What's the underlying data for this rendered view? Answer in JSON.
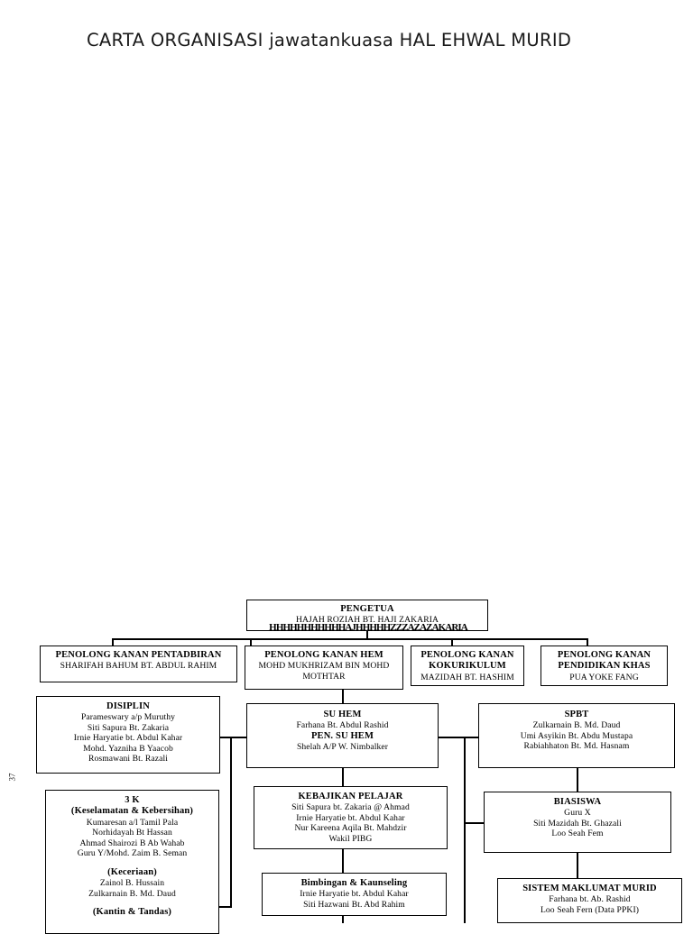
{
  "document": {
    "title": "CARTA ORGANISASI jawatankuasa HAL EHWAL MURID",
    "page_number": "37",
    "artifact_text": "HHHHHHHHHHHAJHHHHHZZZAZAZAKARIA"
  },
  "chart": {
    "type": "org-chart",
    "pengetua": {
      "title": "PENGETUA",
      "name": "HAJAH ROZIAH BT. HAJI ZAKARIA"
    },
    "penolong_kanan": [
      {
        "title": "PENOLONG KANAN PENTADBIRAN",
        "name": "SHARIFAH BAHUM BT. ABDUL RAHIM"
      },
      {
        "title": "PENOLONG KANAN HEM",
        "name": "MOHD MUKHRIZAM BIN MOHD MOTHTAR"
      },
      {
        "title_line1": "PENOLONG KANAN",
        "title_line2": "KOKURIKULUM",
        "name": "MAZIDAH BT. HASHIM"
      },
      {
        "title_line1": "PENOLONG KANAN",
        "title_line2": "PENDIDIKAN KHAS",
        "name": "PUA YOKE FANG"
      }
    ],
    "left_column": [
      {
        "title": "DISIPLIN",
        "members": [
          "Parameswary a/p Muruthy",
          "Siti Sapura Bt. Zakaria",
          "Irnie Haryatie bt. Abdul Kahar",
          "Mohd. Yazniha B Yaacob",
          "Rosmawani Bt. Razali"
        ]
      },
      {
        "title": "3 K",
        "subtitle": "(Keselamatan & Kebersihan)",
        "members": [
          "Kumaresan a/l Tamil Pala",
          "Norhidayah Bt Hassan",
          "Ahmad Shairozi B Ab Wahab",
          "Guru Y/Mohd. Zaim B. Seman"
        ],
        "group2_title": "(Keceriaan)",
        "group2_members": [
          "Zainol B. Hussain",
          "Zulkarnain B. Md. Daud"
        ],
        "group3_title": "(Kantin & Tandas)"
      }
    ],
    "middle_column": [
      {
        "title": "SU HEM",
        "name": "Farhana Bt. Abdul Rashid",
        "title2": "PEN. SU HEM",
        "name2": "Shelah A/P W. Nimbalker"
      },
      {
        "title": "KEBAJIKAN PELAJAR",
        "members": [
          "Siti Sapura bt. Zakaria @ Ahmad",
          "Irnie Haryatie bt. Abdul Kahar",
          "Nur Kareena Aqila Bt. Mahdzir",
          "Wakil PIBG"
        ]
      },
      {
        "title": "Bimbingan & Kaunseling",
        "members": [
          "Irnie Haryatie bt. Abdul Kahar",
          "Siti Hazwani Bt. Abd Rahim"
        ]
      }
    ],
    "right_column": [
      {
        "title": "SPBT",
        "members": [
          "Zulkarnain B. Md. Daud",
          "Umi Asyikin Bt. Abdu Mustapa",
          "Rabiahhaton Bt. Md. Hasnam"
        ]
      },
      {
        "title": "BIASISWA",
        "members": [
          "Guru X",
          "Siti Mazidah Bt. Ghazali",
          "Loo Seah Fem"
        ]
      },
      {
        "title": "SISTEM MAKLUMAT MURID",
        "members": [
          "Farhana bt. Ab. Rashid",
          "Loo Seah Fern (Data PPKI)"
        ]
      }
    ]
  }
}
